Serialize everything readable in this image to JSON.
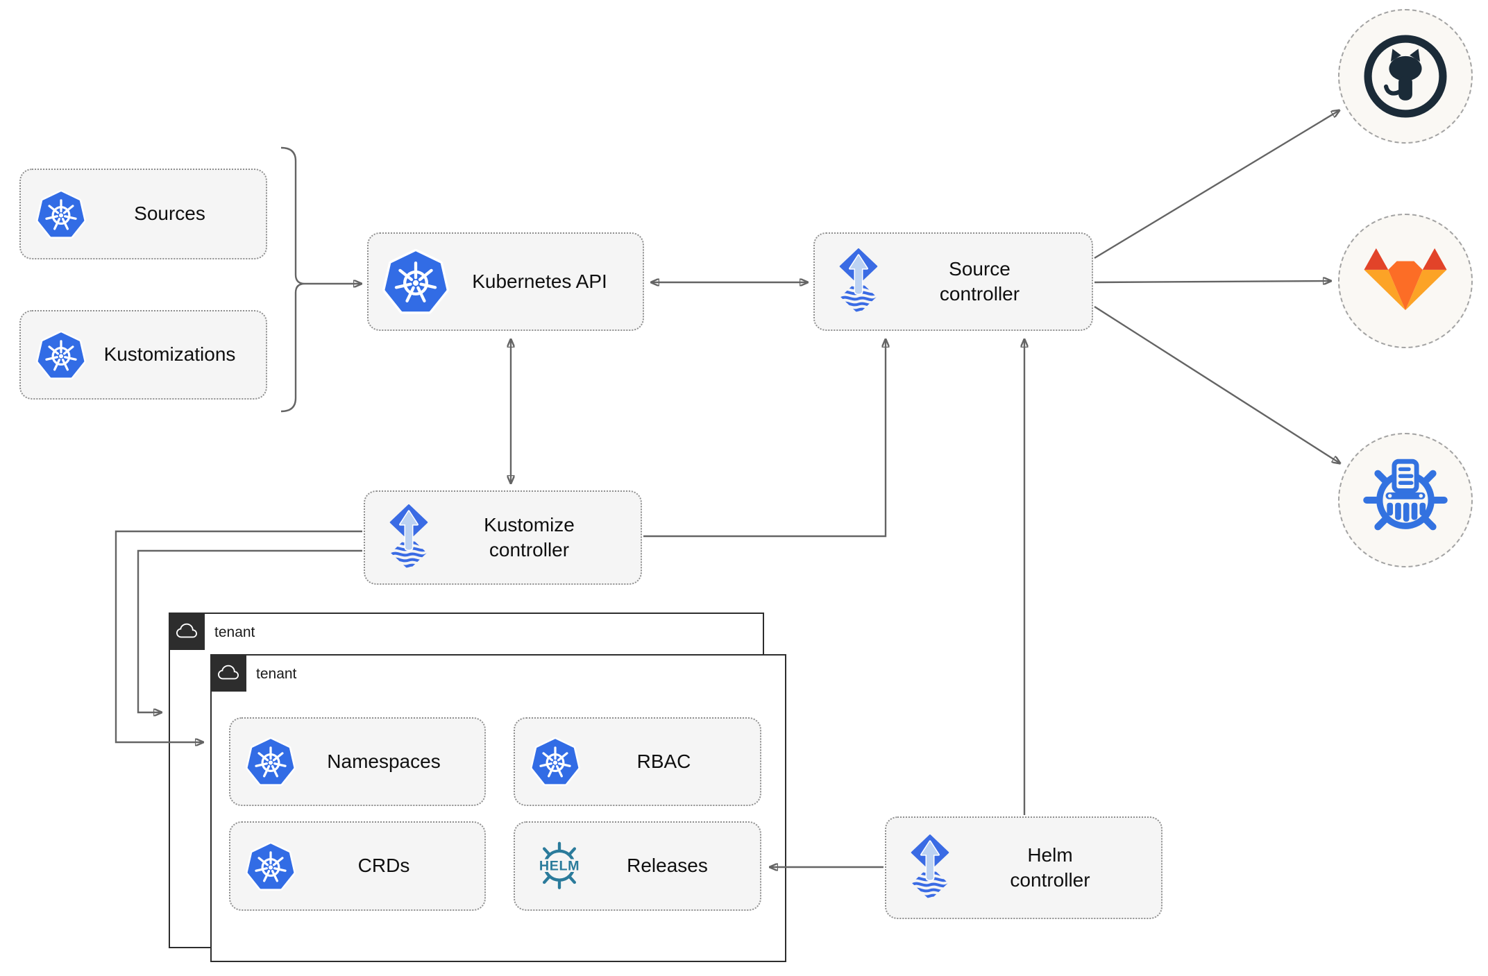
{
  "diagram": {
    "type": "flux-gitops-architecture",
    "nodes": {
      "sources": {
        "label": "Sources",
        "icon": "kubernetes-icon"
      },
      "kustomizations": {
        "label": "Kustomizations",
        "icon": "kubernetes-icon"
      },
      "kubernetes_api": {
        "label": "Kubernetes API",
        "icon": "kubernetes-icon"
      },
      "source_controller": {
        "label": "Source controller",
        "icon": "flux-icon"
      },
      "kustomize_controller": {
        "label": "Kustomize controller",
        "icon": "flux-icon"
      },
      "helm_controller": {
        "label": "Helm controller",
        "icon": "flux-icon"
      },
      "namespaces": {
        "label": "Namespaces",
        "icon": "kubernetes-icon"
      },
      "rbac": {
        "label": "RBAC",
        "icon": "kubernetes-icon"
      },
      "crds": {
        "label": "CRDs",
        "icon": "kubernetes-icon"
      },
      "releases": {
        "label": "Releases",
        "icon": "helm-icon",
        "icon_text": "HELM"
      }
    },
    "groups": {
      "tenant_back": {
        "label": "tenant",
        "icon": "cloud-icon"
      },
      "tenant_front": {
        "label": "tenant",
        "icon": "cloud-icon"
      }
    },
    "endpoints": {
      "github": {
        "icon": "github-icon"
      },
      "gitlab": {
        "icon": "gitlab-icon"
      },
      "chartmuseum": {
        "icon": "chartmuseum-icon"
      }
    },
    "edges": [
      {
        "from": "sources+kustomizations",
        "to": "kubernetes_api",
        "style": "brace-arrow"
      },
      {
        "from": "kubernetes_api",
        "to": "source_controller",
        "style": "double-arrow"
      },
      {
        "from": "kubernetes_api",
        "to": "kustomize_controller",
        "style": "double-arrow"
      },
      {
        "from": "kustomize_controller",
        "to": "source_controller",
        "style": "arrow"
      },
      {
        "from": "kustomize_controller",
        "to": "tenant_front",
        "style": "arrow"
      },
      {
        "from": "kustomize_controller",
        "to": "tenant_back",
        "style": "arrow"
      },
      {
        "from": "helm_controller",
        "to": "source_controller",
        "style": "arrow"
      },
      {
        "from": "helm_controller",
        "to": "releases",
        "style": "arrow"
      },
      {
        "from": "source_controller",
        "to": "github",
        "style": "arrow"
      },
      {
        "from": "source_controller",
        "to": "gitlab",
        "style": "arrow"
      },
      {
        "from": "source_controller",
        "to": "chartmuseum",
        "style": "arrow"
      }
    ],
    "colors": {
      "kubernetes_blue": "#326ce5",
      "flux_blue": "#3a6be4",
      "flux_arrow_light": "#bcd2f2",
      "helm_teal": "#2b7b9b",
      "github_dark": "#1b2b38",
      "gitlab_dark_orange": "#e24329",
      "gitlab_orange": "#fc6d26",
      "gitlab_light_orange": "#fca326",
      "chartmuseum_blue": "#3372e0",
      "node_fill": "#f5f5f5",
      "node_border": "#8f8f8f",
      "connector": "#646464",
      "tenant_border": "#2d2d2d",
      "circle_fill": "#faf8f4"
    }
  }
}
